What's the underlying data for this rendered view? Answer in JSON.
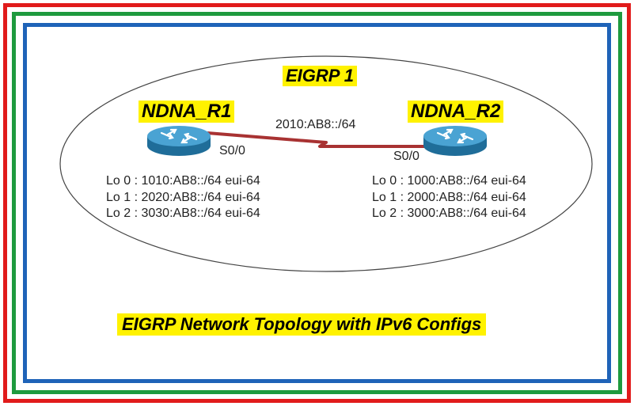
{
  "colors": {
    "outer_border": "#e11b1b",
    "middle_border": "#1e9a3e",
    "inner_border": "#1f63b8",
    "highlight": "#fff200",
    "link": "#a83232",
    "router": "#2a86b8"
  },
  "diagram": {
    "as_label": "EIGRP 1",
    "link_network": "2010:AB8::/64",
    "caption": "EIGRP Network Topology with IPv6 Configs",
    "routers": [
      {
        "name": "NDNA_R1",
        "icon": "router-icon",
        "interface": "S0/0",
        "loopbacks": [
          "Lo 0 : 1010:AB8::/64 eui-64",
          "Lo 1 : 2020:AB8::/64 eui-64",
          "Lo 2 : 3030:AB8::/64 eui-64"
        ]
      },
      {
        "name": "NDNA_R2",
        "icon": "router-icon",
        "interface": "S0/0",
        "loopbacks": [
          "Lo 0 : 1000:AB8::/64 eui-64",
          "Lo 1 : 2000:AB8::/64 eui-64",
          "Lo 2 : 3000:AB8::/64 eui-64"
        ]
      }
    ]
  }
}
